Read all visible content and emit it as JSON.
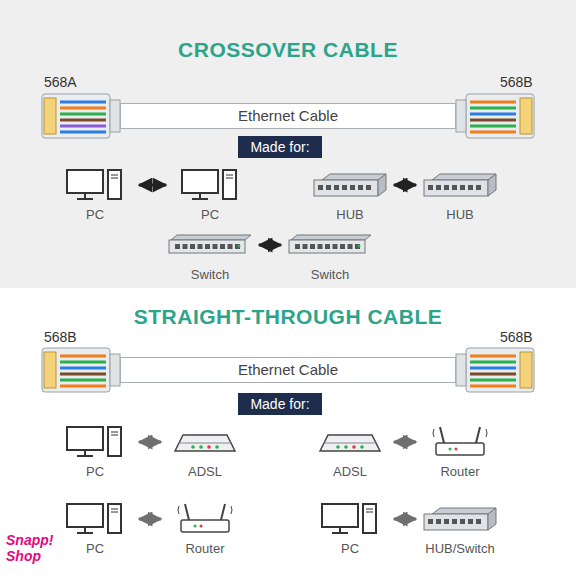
{
  "diagram": {
    "nodes": [
      {
        "text": [
          "CROSSOVER CABLE"
        ]
      },
      {
        "text": [
          "Ethernet Cable"
        ],
        "in": 0
      },
      {
        "text": [
          "Made for:"
        ],
        "in": 0
      },
      {
        "text": [
          "PC"
        ],
        "in": 0
      },
      {
        "text": [
          "PC"
        ],
        "in": 0
      },
      {
        "text": [
          "HUB"
        ],
        "in": 0
      },
      {
        "text": [
          "HUB"
        ],
        "in": 0
      },
      {
        "text": [
          "Switch"
        ],
        "in": 0
      },
      {
        "text": [
          "Switch"
        ],
        "in": 0
      },
      {
        "text": [
          "STRAIGHT-THROUGH CABLE"
        ]
      },
      {
        "text": [
          "Ethernet Cable"
        ],
        "in": 9
      },
      {
        "text": [
          "Made for:"
        ],
        "in": 9
      },
      {
        "text": [
          "PC"
        ],
        "in": 9
      },
      {
        "text": [
          "ADSL"
        ],
        "in": 9
      },
      {
        "text": [
          "ADSL"
        ],
        "in": 9
      },
      {
        "text": [
          "Router"
        ],
        "in": 9
      },
      {
        "text": [
          "PC"
        ],
        "in": 9
      },
      {
        "text": [
          "Router"
        ],
        "in": 9
      },
      {
        "text": [
          "PC"
        ],
        "in": 9
      },
      {
        "text": [
          "HUB/Switch"
        ],
        "in": 9
      }
    ],
    "edges": [
      {
        "from": 3,
        "to": 4,
        "arrow": "both"
      },
      {
        "from": 5,
        "to": 6,
        "arrow": "both"
      },
      {
        "from": 7,
        "to": 8,
        "arrow": "both"
      },
      {
        "from": 12,
        "to": 13,
        "arrow": "both"
      },
      {
        "from": 14,
        "to": 15,
        "arrow": "both"
      },
      {
        "from": 16,
        "to": 17,
        "arrow": "both"
      },
      {
        "from": 18,
        "to": 19,
        "arrow": "both"
      }
    ],
    "labels": [
      "568A",
      "568B",
      "568B",
      "568B",
      "Snapp! Shop"
    ]
  }
}
